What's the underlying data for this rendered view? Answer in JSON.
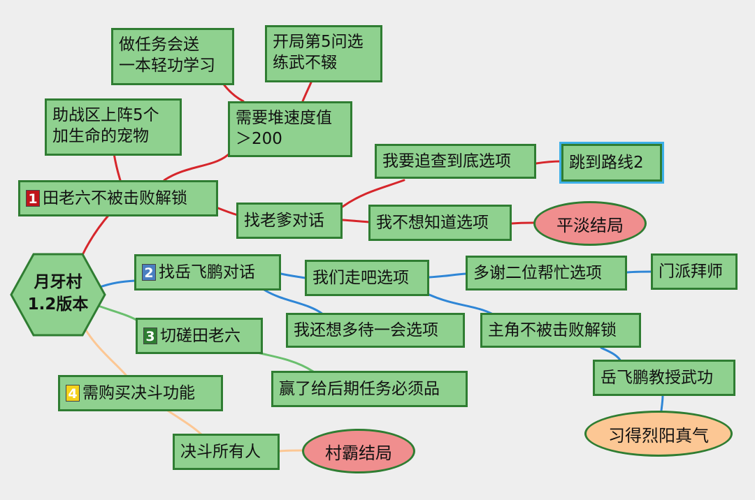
{
  "center": {
    "line1": "月牙村",
    "line2": "1.2版本"
  },
  "branch1": {
    "badge": "1",
    "label": "田老六不被击败解锁",
    "pet_note": {
      "line1": "助战区上阵5个",
      "line2": "加生命的宠物"
    },
    "speed_note": {
      "line1": "需要堆速度值",
      "line2": "＞200"
    },
    "qinggong_note": {
      "line1": "做任务会送",
      "line2": "一本轻功学习"
    },
    "q5_note": {
      "line1": "开局第5问选",
      "line2": "练武不辍"
    },
    "talk": "找老爹对话",
    "pursue": "我要追查到底选项",
    "route2": "跳到路线2",
    "dont_know": "我不想知道选项",
    "plain_ending": "平淡结局"
  },
  "branch2": {
    "badge": "2",
    "label": "找岳飞鹏对话",
    "lets_go": "我们走吧选项",
    "thanks": "多谢二位帮忙选项",
    "apprentice": "门派拜师",
    "stay": "我还想多待一会选项",
    "protag_unlock": "主角不被击败解锁",
    "teach": "岳飞鹏教授武功",
    "learn": "习得烈阳真气"
  },
  "branch3": {
    "badge": "3",
    "label": "切磋田老六",
    "win": "赢了给后期任务必须品"
  },
  "branch4": {
    "badge": "4",
    "label": "需购买决斗功能",
    "duel": "决斗所有人",
    "bully_ending": "村霸结局"
  },
  "colors": {
    "red": "#d6262b",
    "blue": "#2f86d6",
    "green": "#6abf6e",
    "orange": "#fcc794",
    "node_fill": "#8fd18f",
    "node_border": "#2f7d32"
  }
}
